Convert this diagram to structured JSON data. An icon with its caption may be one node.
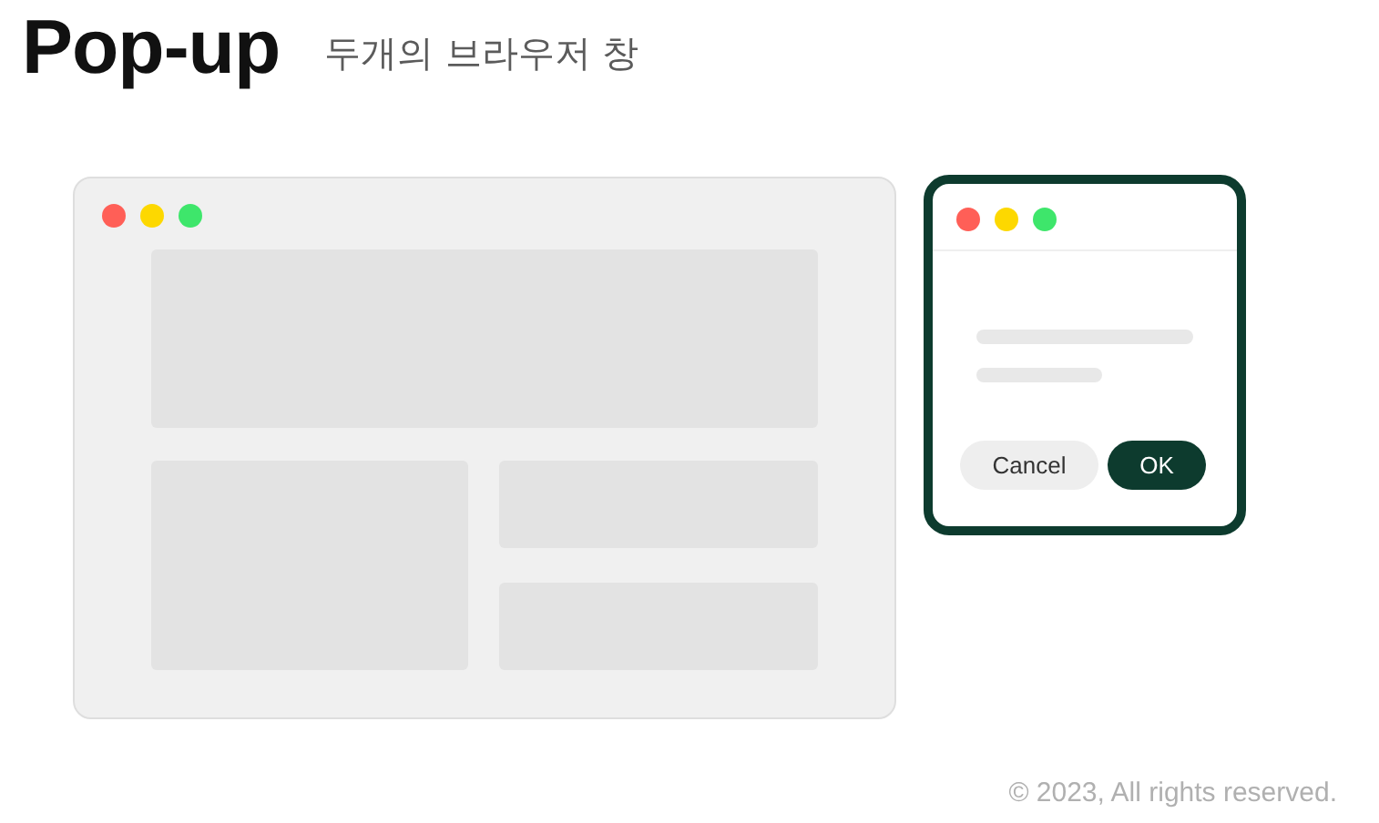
{
  "diagram": {
    "title": "Pop-up",
    "nodes": [
      {
        "text": [],
        "shape": "box"
      },
      {
        "text": [],
        "shape": "box"
      },
      {
        "text": [
          "Cancel"
        ],
        "in": 1
      },
      {
        "text": [
          "OK"
        ],
        "in": 1
      }
    ],
    "labels": [
      "두개의 브라우저 창",
      "© 2023, All rights reserved."
    ]
  }
}
